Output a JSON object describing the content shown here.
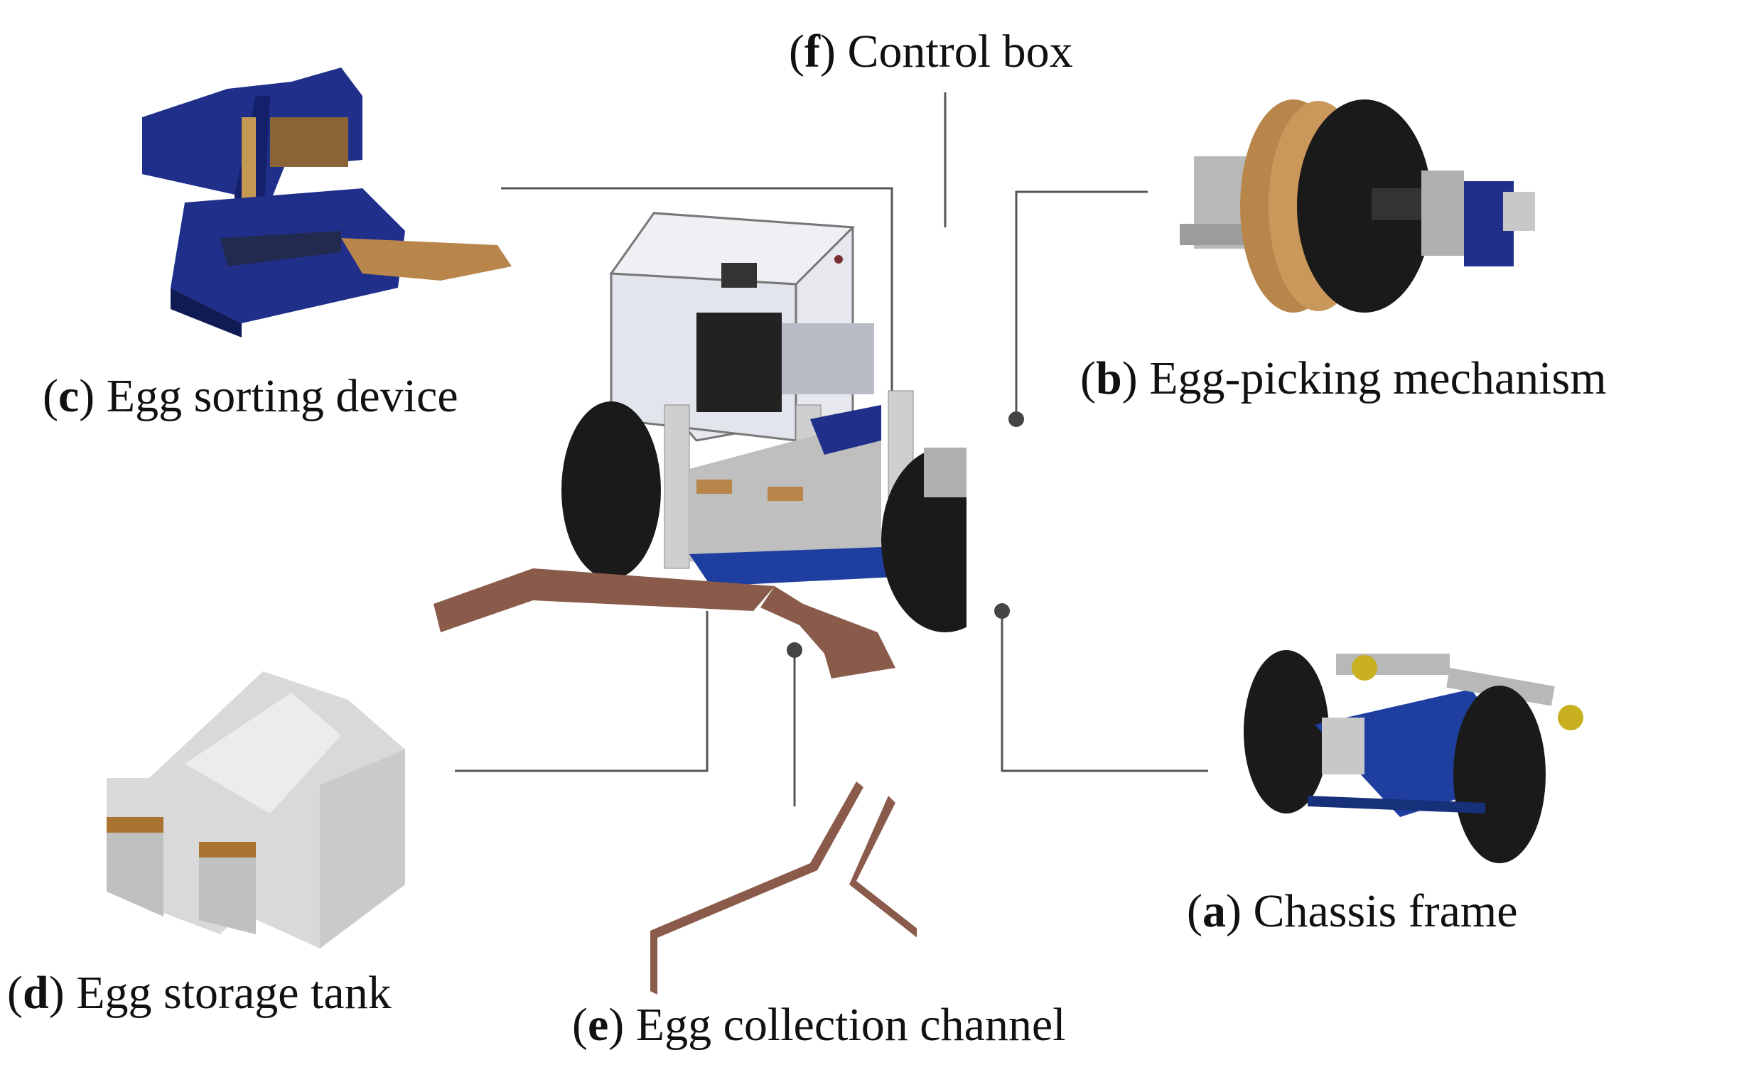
{
  "diagram": {
    "components": [
      {
        "id": "a",
        "letter": "a",
        "text": "Chassis frame"
      },
      {
        "id": "b",
        "letter": "b",
        "text": "Egg-picking mechanism"
      },
      {
        "id": "c",
        "letter": "c",
        "text": "Egg sorting device"
      },
      {
        "id": "d",
        "letter": "d",
        "text": "Egg storage tank"
      },
      {
        "id": "e",
        "letter": "e",
        "text": "Egg collection channel"
      },
      {
        "id": "f",
        "letter": "f",
        "text": "Control box"
      }
    ],
    "colors": {
      "leader_line": "#555555",
      "navy": "#1f2f8a",
      "wood": "#b8864b",
      "brown_channel": "#8a5a4a",
      "metal": "#c8c8c8",
      "tire": "#1a1a1a",
      "glass": "#e6e8ee"
    }
  }
}
